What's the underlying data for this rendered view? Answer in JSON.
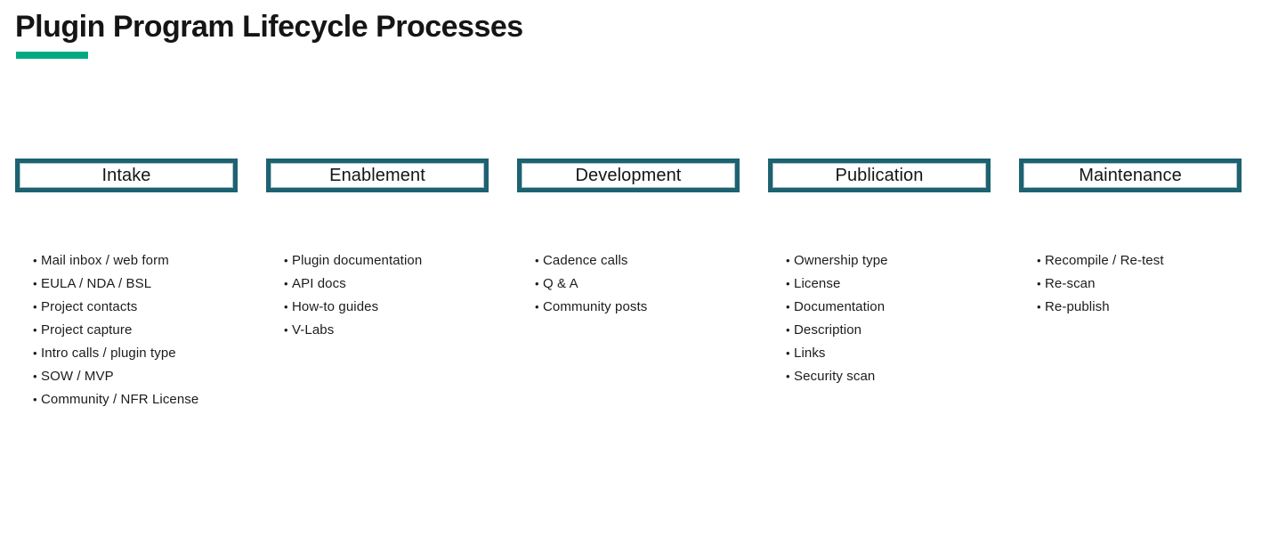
{
  "page": {
    "title": "Plugin Program Lifecycle Processes"
  },
  "colors": {
    "accent_green": "#01A982",
    "box_border": "#1D6270",
    "text": "#1C1C1C",
    "background": "#FFFFFF"
  },
  "icons": {
    "bullet": "•"
  },
  "columns": [
    {
      "id": "intake",
      "label": "Intake",
      "items": [
        "Mail inbox / web form",
        "EULA / NDA / BSL",
        "Project contacts",
        "Project capture",
        "Intro calls / plugin type",
        "SOW / MVP",
        "Community / NFR License"
      ]
    },
    {
      "id": "enablement",
      "label": "Enablement",
      "items": [
        "Plugin documentation",
        "API docs",
        "How-to guides",
        "V-Labs"
      ]
    },
    {
      "id": "development",
      "label": "Development",
      "items": [
        "Cadence calls",
        "Q & A",
        "Community posts"
      ]
    },
    {
      "id": "publication",
      "label": "Publication",
      "items": [
        "Ownership type",
        "License",
        "Documentation",
        "Description",
        "Links",
        "Security scan"
      ]
    },
    {
      "id": "maintenance",
      "label": "Maintenance",
      "items": [
        "Recompile / Re-test",
        "Re-scan",
        "Re-publish"
      ]
    }
  ]
}
